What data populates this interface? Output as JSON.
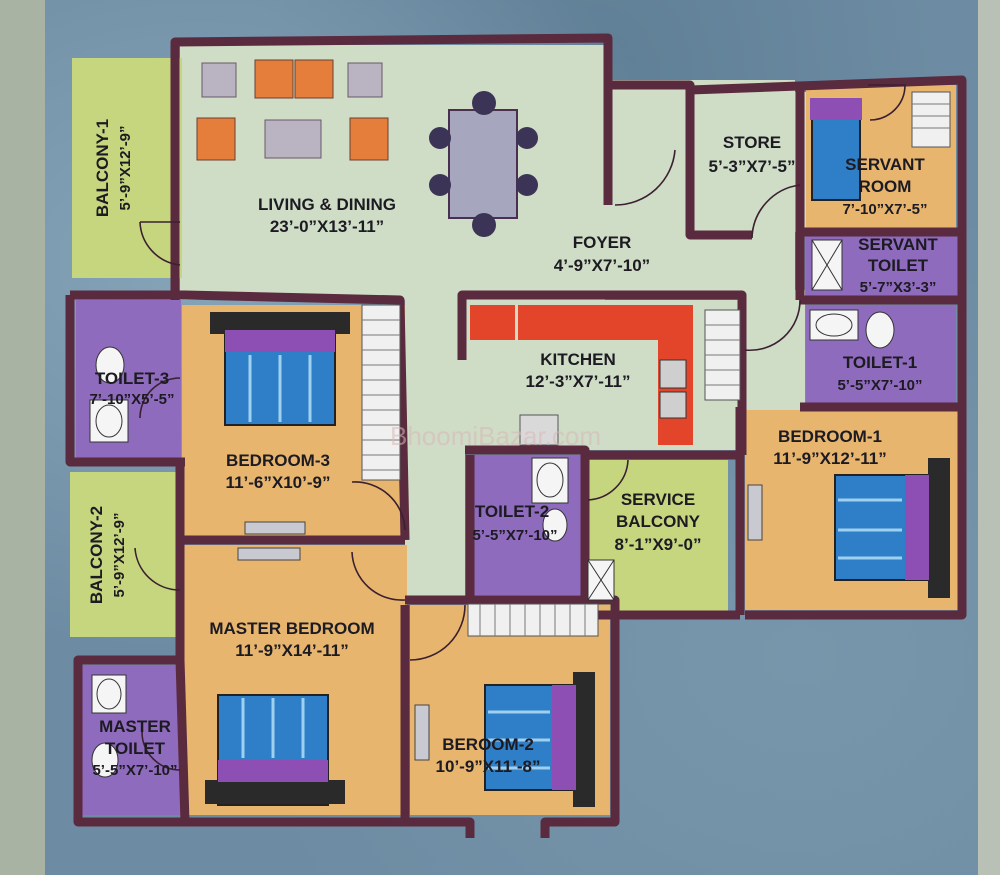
{
  "plan": {
    "rooms": {
      "living": {
        "name": "LIVING & DINING",
        "dim": "23’-0”X13’-11”"
      },
      "foyer": {
        "name": "FOYER",
        "dim": "4’-9”X7’-10”"
      },
      "store": {
        "name": "STORE",
        "dim": "5’-3”X7’-5”"
      },
      "servant_room": {
        "name": "SERVANT",
        "name2": "ROOM",
        "dim": "7’-10”X7’-5”"
      },
      "servant_toilet": {
        "name": "SERVANT",
        "name2": "TOILET",
        "dim": "5’-7”X3’-3”"
      },
      "toilet1": {
        "name": "TOILET-1",
        "dim": "5’-5”X7’-10”"
      },
      "kitchen": {
        "name": "KITCHEN",
        "dim": "12’-3”X7’-11”"
      },
      "bedroom1": {
        "name": "BEDROOM-1",
        "dim": "11’-9”X12’-11”"
      },
      "service_balcony": {
        "name": "SERVICE",
        "name2": "BALCONY",
        "dim": "8’-1”X9’-0”"
      },
      "toilet2": {
        "name": "TOILET-2",
        "dim": "5’-5”X7’-10”"
      },
      "bedroom3": {
        "name": "BEDROOM-3",
        "dim": "11’-6”X10’-9”"
      },
      "toilet3": {
        "name": "TOILET-3",
        "dim": "7’-10”X5’-5”"
      },
      "balcony1": {
        "name": "BALCONY-1",
        "dim": "5’-9”X12’-9”"
      },
      "balcony2": {
        "name": "BALCONY-2",
        "dim": "5’-9”X12’-9”"
      },
      "master_bedroom": {
        "name": "MASTER BEDROOM",
        "dim": "11’-9”X14’-11”"
      },
      "master_toilet": {
        "name": "MASTER",
        "name2": "TOILET",
        "dim": "5’-5”X7’-10”"
      },
      "bedroom2": {
        "name": "BEROOM-2",
        "dim": "10’-9”X11’-8”"
      }
    },
    "watermark": "BhoomiBazar.com",
    "colors": {
      "wall": "#5a2a3e",
      "living": "#cfdcc6",
      "bedroom": "#e7b56e",
      "toilet": "#8e6bbd",
      "balcony": "#c6d67e",
      "kitchen_counter": "#e2452a",
      "bed_blue": "#2f7fc8"
    }
  }
}
